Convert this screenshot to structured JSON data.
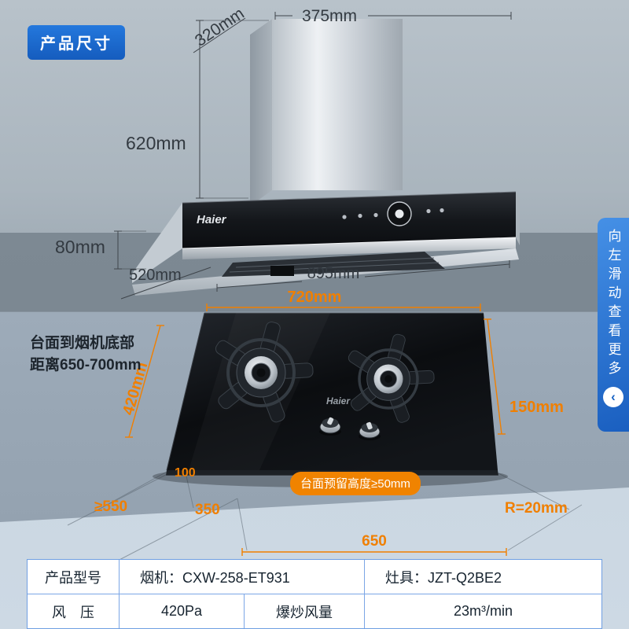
{
  "page": {
    "badge": "产品尺寸"
  },
  "hood": {
    "brand": "Haier",
    "dim_top_depth": "320mm",
    "dim_top_width": "375mm",
    "dim_chimney_height": "620mm",
    "dim_body_height": "80mm",
    "dim_depth": "520mm",
    "dim_width": "895mm"
  },
  "note": {
    "line1": "台面到烟机底部",
    "line2": "距离650-700mm"
  },
  "stove": {
    "brand": "Haier",
    "dim_width": "720mm",
    "dim_depth": "420mm",
    "dim_height": "150mm",
    "dim_offset": "100",
    "dim_clearance": "≥550",
    "dim_front": "350",
    "dim_cutout": "650",
    "dim_corner_radius": "R=20mm",
    "counter_note": "台面预留高度≥50mm"
  },
  "side_tab": {
    "label": "向左滑动查看更多",
    "arrow": "‹"
  },
  "spec_table": {
    "row1": {
      "h": "产品型号",
      "hood": "烟机：CXW-258-ET931",
      "stove": "灶具：JZT-Q2BE2"
    },
    "row2": {
      "h": "风　压",
      "pressure": "420Pa",
      "label2": "爆炒风量",
      "airflow": "23m³/min"
    }
  },
  "colors": {
    "accent": "#1b6ed2",
    "dim_orange": "#f07f00"
  }
}
